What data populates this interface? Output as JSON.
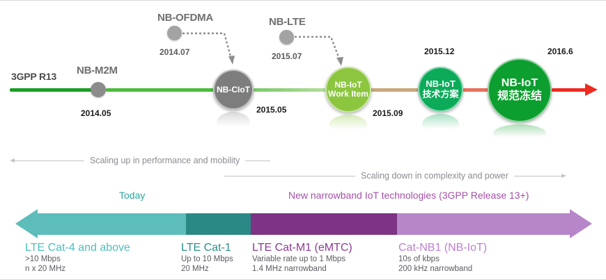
{
  "timeline": {
    "axis_label": "3GPP R13",
    "nodes": [
      {
        "name": "NB-M2M",
        "label": "NB-M2M",
        "date": "2014.05",
        "kind": "dot",
        "color": "#8c8c8c"
      },
      {
        "name": "NB-OFDMA",
        "label": "NB-OFDMA",
        "date": "2014.07",
        "kind": "dot",
        "color": "#a3a3a3"
      },
      {
        "name": "NB-CIoT",
        "label": "NB-CIoT",
        "date": "2015.05",
        "kind": "circle",
        "color": "#7d7d7d"
      },
      {
        "name": "NB-LTE",
        "label": "NB-LTE",
        "date": "2015.07",
        "kind": "dot",
        "color": "#a3a3a3"
      },
      {
        "name": "NB-IoT Work Item",
        "label_line1": "NB-IoT",
        "label_line2": "Work Item",
        "date": "2015.09",
        "kind": "circle",
        "color": "#8cc63f"
      },
      {
        "name": "NB-IoT tech scheme",
        "label_line1": "NB-IoT",
        "label_line2": "技术方案",
        "date": "2015.12",
        "kind": "circle",
        "color": "#0cab5a"
      },
      {
        "name": "NB-IoT spec frozen",
        "label_line1": "NB-IoT",
        "label_line2": "规范冻结",
        "date": "2016.6",
        "kind": "circle",
        "color": "#0c9e2e"
      }
    ],
    "line_colors": [
      "#1a9e24",
      "#4cbb3c",
      "#a8d98a",
      "#c9a87c",
      "#e8705a",
      "#ee2a21"
    ]
  },
  "scaling": {
    "up_label": "Scaling up in performance and mobility",
    "down_label": "Scaling down in complexity and power"
  },
  "headers": [
    {
      "name": "today",
      "text": "Today",
      "color": "#2aa7a0"
    },
    {
      "name": "new-nb-iot",
      "text": "New narrowband IoT technologies (3GPP Release 13+)",
      "color": "#a34fa8"
    }
  ],
  "bar": {
    "segments": [
      {
        "name": "lte-cat4",
        "color": "#5cbdbb"
      },
      {
        "name": "lte-cat1",
        "color": "#2a8984"
      },
      {
        "name": "lte-cat-m1",
        "color": "#7e3384"
      },
      {
        "name": "cat-nb1",
        "color": "#b786c8"
      }
    ]
  },
  "categories": [
    {
      "name": "lte-cat4",
      "title": "LTE Cat-4 and above",
      "title_color": "#4cc0bd",
      "sub1": ">10 Mbps",
      "sub2": "n x 20 MHz"
    },
    {
      "name": "lte-cat1",
      "title": "LTE Cat-1",
      "title_color": "#2a8f89",
      "sub1": "Up to 10 Mbps",
      "sub2": "20 MHz"
    },
    {
      "name": "lte-cat-m1",
      "title": "LTE Cat-M1 (eMTC)",
      "title_color": "#8e3a93",
      "sub1": "Variable rate up to 1 Mbps",
      "sub2": "1.4 MHz narrowband"
    },
    {
      "name": "cat-nb1",
      "title": "Cat-NB1 (NB-IoT)",
      "title_color": "#bd7fd0",
      "sub1": "10s of kbps",
      "sub2": "200 kHz narrowband"
    }
  ]
}
